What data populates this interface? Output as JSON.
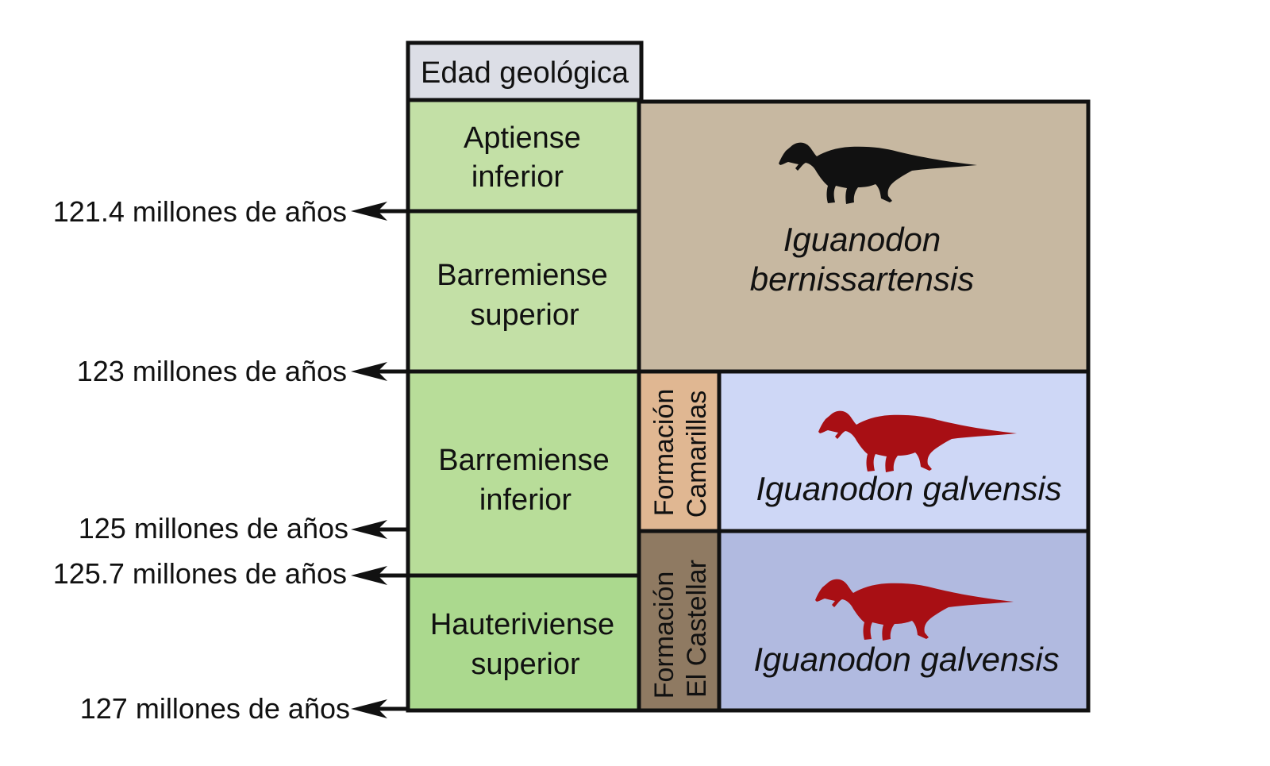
{
  "header": {
    "label": "Edad geológica",
    "color": "#dcdee6"
  },
  "stages": [
    {
      "line1": "Aptiense",
      "line2": "inferior",
      "color": "#c3e0a6"
    },
    {
      "line1": "Barremiense",
      "line2": "superior",
      "color": "#c3e0a6"
    },
    {
      "line1": "Barremiense",
      "line2": "inferior",
      "color": "#b8dd99"
    },
    {
      "line1": "Hauteriviense",
      "line2": "superior",
      "color": "#abd98e"
    }
  ],
  "ages": [
    "121.4 millones de años",
    "123 millones de años",
    "125 millones de años",
    "125.7 millones de años",
    "127 millones de años"
  ],
  "formations": [
    {
      "line1": "Formación",
      "line2": "Camarillas",
      "color": "#e0b792"
    },
    {
      "line1": "Formación",
      "line2": "El Castellar",
      "color": "#8f7a62"
    }
  ],
  "species": [
    {
      "line1": "Iguanodon",
      "line2": "bernissartensis",
      "color": "#c7b8a1",
      "silhouette_color": "#111111",
      "icon": "iguanodon-silhouette-icon"
    },
    {
      "line1": "Iguanodon galvensis",
      "color": "#ced7f6",
      "silhouette_color": "#a80f14",
      "icon": "iguanodon-silhouette-icon"
    },
    {
      "line1": "Iguanodon galvensis",
      "color": "#b1bae0",
      "silhouette_color": "#a80f14",
      "icon": "iguanodon-silhouette-icon"
    }
  ],
  "colors": {
    "border": "#111111",
    "arrow": "#111111"
  }
}
